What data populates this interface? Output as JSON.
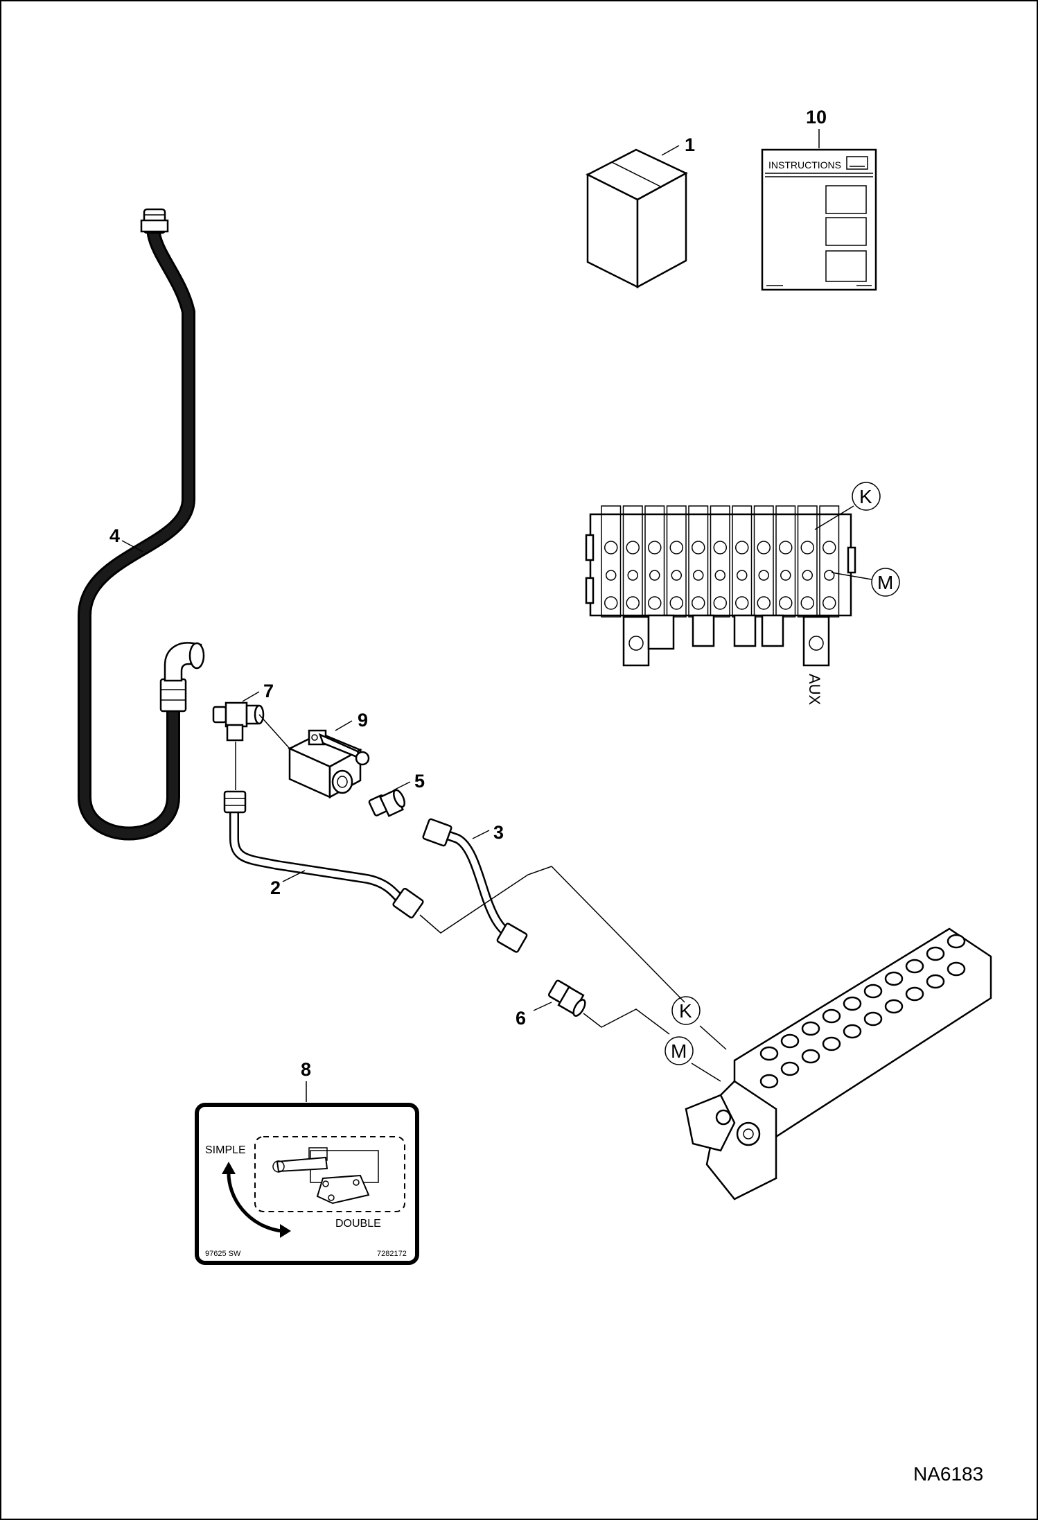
{
  "callouts": {
    "p1": "1",
    "p2": "2",
    "p3": "3",
    "p4": "4",
    "p5": "5",
    "p6": "6",
    "p7": "7",
    "p8": "8",
    "p9": "9",
    "p10": "10"
  },
  "ports": {
    "k": "K",
    "m": "M"
  },
  "instructions": {
    "title": "INSTRUCTIONS"
  },
  "valve_label": "AUX",
  "decal": {
    "simple": "SIMPLE",
    "double": "DOUBLE",
    "code_left": "97625 SW",
    "code_right": "7282172"
  },
  "drawing_number": "NA6183"
}
